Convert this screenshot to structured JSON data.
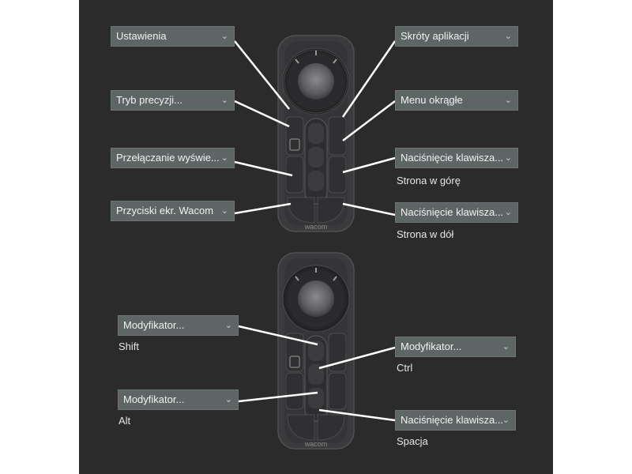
{
  "top_device": {
    "brand": "wacom",
    "left_dropdowns": [
      {
        "label": "Ustawienia"
      },
      {
        "label": "Tryb precyzji..."
      },
      {
        "label": "Przełączanie wyświe..."
      },
      {
        "label": "Przyciski ekr. Wacom"
      }
    ],
    "right_dropdowns": [
      {
        "label": "Skróty aplikacji",
        "caption": ""
      },
      {
        "label": "Menu okrągłe",
        "caption": ""
      },
      {
        "label": "Naciśnięcie klawisza...",
        "caption": "Strona w górę"
      },
      {
        "label": "Naciśnięcie klawisza...",
        "caption": "Strona w dół"
      }
    ]
  },
  "bottom_device": {
    "brand": "wacom",
    "left_dropdowns": [
      {
        "label": "Modyfikator...",
        "caption": "Shift"
      },
      {
        "label": "Modyfikator...",
        "caption": "Alt"
      }
    ],
    "right_dropdowns": [
      {
        "label": "Modyfikator...",
        "caption": "Ctrl"
      },
      {
        "label": "Naciśnięcie klawisza...",
        "caption": "Spacja"
      }
    ]
  },
  "icons": {
    "dropdown": "chevron-down-icon"
  },
  "colors": {
    "panel_bg": "#2b2b2b",
    "dropdown_bg": "#5d6565",
    "device_body": "#3a3a3c",
    "connector": "#ffffff"
  }
}
